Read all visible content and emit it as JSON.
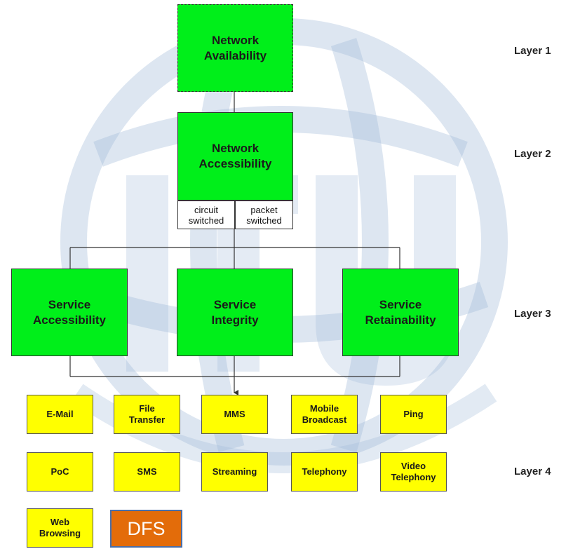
{
  "watermark": {
    "name": "ITU logo watermark",
    "text": "ITU",
    "color": "#9fb8d8"
  },
  "colors": {
    "green": "#00ef1a",
    "yellow": "#ffff00",
    "orange": "#e36c0a",
    "orange_border": "#4a6ea8"
  },
  "layers": {
    "layer1": "Layer 1",
    "layer2": "Layer 2",
    "layer3": "Layer 3",
    "layer4": "Layer 4"
  },
  "network": {
    "availability": "Network\nAvailability",
    "accessibility": "Network\nAccessibility",
    "circuit": "circuit\nswitched",
    "packet": "packet\nswitched"
  },
  "services": {
    "accessibility": "Service\nAccessibility",
    "integrity": "Service\nIntegrity",
    "retainability": "Service\nRetainability"
  },
  "apps": {
    "email": "E-Mail",
    "file_transfer": "File\nTransfer",
    "mms": "MMS",
    "mobile_broadcast": "Mobile\nBroadcast",
    "ping": "Ping",
    "poc": "PoC",
    "sms": "SMS",
    "streaming": "Streaming",
    "telephony": "Telephony",
    "video_telephony": "Video\nTelephony",
    "web_browsing": "Web\nBrowsing",
    "dfs": "DFS"
  }
}
